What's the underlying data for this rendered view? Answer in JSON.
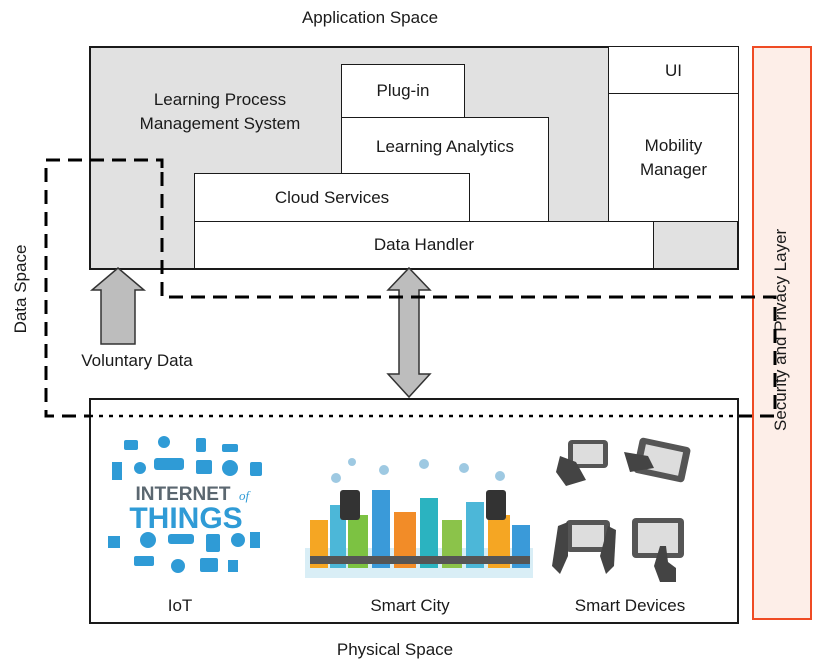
{
  "title_top": "Application Space",
  "title_bottom": "Physical Space",
  "data_space_label": "Data Space",
  "security_label": "Security and Privacy Layer",
  "application": {
    "lpms": "Learning Process\nManagement System",
    "plugin": "Plug-in",
    "learning_analytics": "Learning Analytics",
    "cloud_services": "Cloud Services",
    "data_handler": "Data Handler",
    "ui": "UI",
    "mobility_manager": "Mobility\nManager"
  },
  "voluntary_data": "Voluntary Data",
  "physical": {
    "iot_label": "IoT",
    "smart_city_label": "Smart City",
    "smart_devices_label": "Smart Devices",
    "iot_logo_line1": "INTERNET",
    "iot_logo_of": "of",
    "iot_logo_line2": "THINGS"
  },
  "colors": {
    "app_fill": "#e1e1e1",
    "security_border": "#ef4b24",
    "security_fill": "#fdeee8",
    "arrow_fill": "#bdbdbd",
    "iot_blue": "#2f9bd6"
  }
}
